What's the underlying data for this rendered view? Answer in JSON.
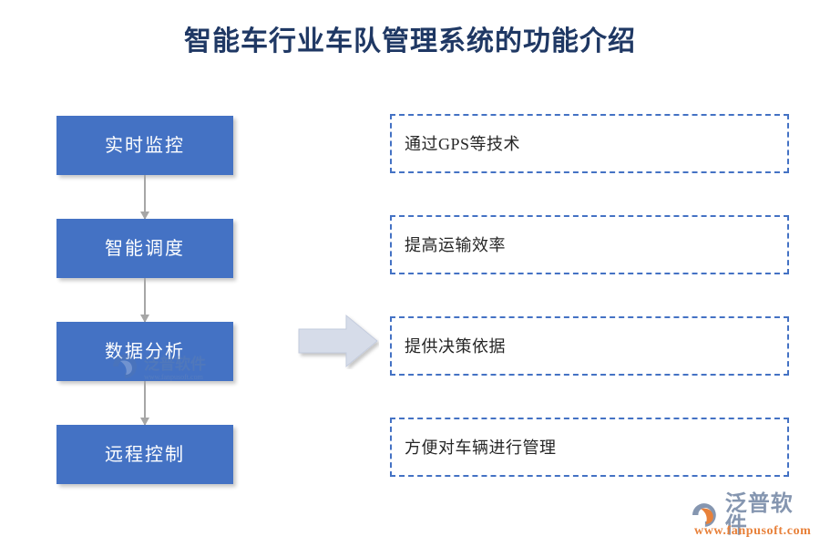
{
  "slide": {
    "title": "智能车行业车队管理系统的功能介绍",
    "background_color": "#FFFFFF",
    "title_color": "#1F3864"
  },
  "flow": {
    "box_fill_color": "#4472C4",
    "box_text_color": "#FFFFFF",
    "connector_color": "#A6A6A6",
    "steps": [
      {
        "label": "实时监控"
      },
      {
        "label": "智能调度"
      },
      {
        "label": "数据分析"
      },
      {
        "label": "远程控制"
      }
    ]
  },
  "transition_arrow": {
    "icon": "right-arrow-icon",
    "fill_color": "#D6DCE9",
    "border_color": "#AAB4CC"
  },
  "notes": {
    "border_color": "#4472C4",
    "text_color": "#262626",
    "items": [
      {
        "label": "通过GPS等技术"
      },
      {
        "label": "提高运输效率"
      },
      {
        "label": "提供决策依据"
      },
      {
        "label": "方便对车辆进行管理"
      }
    ]
  },
  "branding": {
    "name": "泛普软件",
    "url": "www.fanpusoft.com",
    "name_color": "#8596B0",
    "url_color": "#E8813A",
    "mark_gray": "#8596B0",
    "mark_orange": "#E8813A",
    "watermark_name": "泛普软件"
  }
}
